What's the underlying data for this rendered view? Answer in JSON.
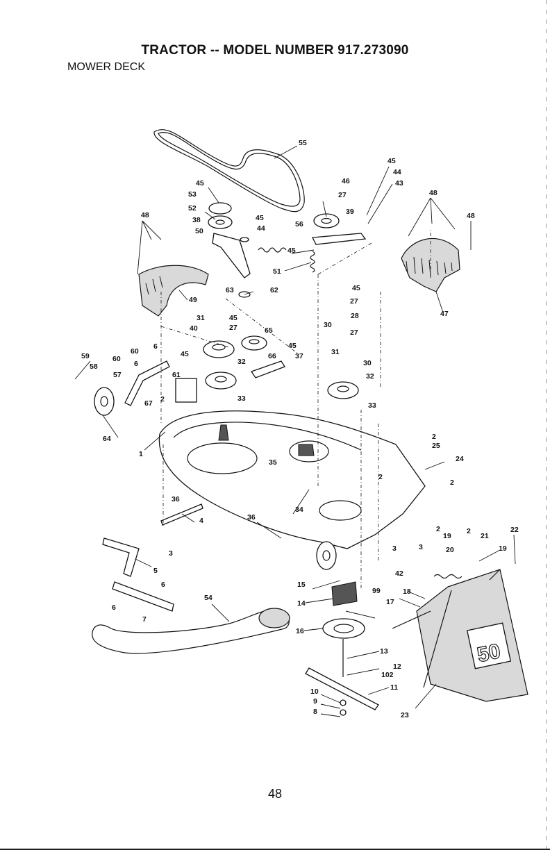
{
  "header": {
    "title": "TRACTOR -- MODEL NUMBER 917.273090",
    "section": "MOWER DECK"
  },
  "footer": {
    "page_number": "48"
  },
  "diagram": {
    "deck_badge": "50",
    "callouts": [
      {
        "id": "c55",
        "label": "55"
      },
      {
        "id": "c45a",
        "label": "45"
      },
      {
        "id": "c44a",
        "label": "44"
      },
      {
        "id": "c43",
        "label": "43"
      },
      {
        "id": "c46",
        "label": "46"
      },
      {
        "id": "c27a",
        "label": "27"
      },
      {
        "id": "c39",
        "label": "39"
      },
      {
        "id": "c45b",
        "label": "45"
      },
      {
        "id": "c53",
        "label": "53"
      },
      {
        "id": "c52",
        "label": "52"
      },
      {
        "id": "c38",
        "label": "38"
      },
      {
        "id": "c50",
        "label": "50"
      },
      {
        "id": "c45c",
        "label": "45"
      },
      {
        "id": "c44b",
        "label": "44"
      },
      {
        "id": "c56",
        "label": "56"
      },
      {
        "id": "c45d",
        "label": "45"
      },
      {
        "id": "c51",
        "label": "51"
      },
      {
        "id": "c48a",
        "label": "48"
      },
      {
        "id": "c48b",
        "label": "48"
      },
      {
        "id": "c48c",
        "label": "48"
      },
      {
        "id": "c63",
        "label": "63"
      },
      {
        "id": "c62",
        "label": "62"
      },
      {
        "id": "c49",
        "label": "49"
      },
      {
        "id": "c45e",
        "label": "45"
      },
      {
        "id": "c27b",
        "label": "27"
      },
      {
        "id": "c28",
        "label": "28"
      },
      {
        "id": "c27c",
        "label": "27"
      },
      {
        "id": "c47",
        "label": "47"
      },
      {
        "id": "c31a",
        "label": "31"
      },
      {
        "id": "c45f",
        "label": "45"
      },
      {
        "id": "c40",
        "label": "40"
      },
      {
        "id": "c27d",
        "label": "27"
      },
      {
        "id": "c65",
        "label": "65"
      },
      {
        "id": "c30a",
        "label": "30"
      },
      {
        "id": "c45g",
        "label": "45"
      },
      {
        "id": "c66",
        "label": "66"
      },
      {
        "id": "c37",
        "label": "37"
      },
      {
        "id": "c31b",
        "label": "31"
      },
      {
        "id": "c30b",
        "label": "30"
      },
      {
        "id": "c32a",
        "label": "32"
      },
      {
        "id": "c32b",
        "label": "32"
      },
      {
        "id": "c33a",
        "label": "33"
      },
      {
        "id": "c33b",
        "label": "33"
      },
      {
        "id": "c59",
        "label": "59"
      },
      {
        "id": "c60a",
        "label": "60"
      },
      {
        "id": "c60b",
        "label": "60"
      },
      {
        "id": "c6a",
        "label": "6"
      },
      {
        "id": "c6b",
        "label": "6"
      },
      {
        "id": "c58",
        "label": "58"
      },
      {
        "id": "c57",
        "label": "57"
      },
      {
        "id": "c45h",
        "label": "45"
      },
      {
        "id": "c61",
        "label": "61"
      },
      {
        "id": "c67",
        "label": "67"
      },
      {
        "id": "c2a",
        "label": "2"
      },
      {
        "id": "c64",
        "label": "64"
      },
      {
        "id": "c1",
        "label": "1"
      },
      {
        "id": "c2b",
        "label": "2"
      },
      {
        "id": "c25",
        "label": "25"
      },
      {
        "id": "c24",
        "label": "24"
      },
      {
        "id": "c2c",
        "label": "2"
      },
      {
        "id": "c35",
        "label": "35"
      },
      {
        "id": "c2d",
        "label": "2"
      },
      {
        "id": "c36a",
        "label": "36"
      },
      {
        "id": "c4",
        "label": "4"
      },
      {
        "id": "c36b",
        "label": "36"
      },
      {
        "id": "c34",
        "label": "34"
      },
      {
        "id": "c3a",
        "label": "3"
      },
      {
        "id": "c3b",
        "label": "3"
      },
      {
        "id": "c3c",
        "label": "3"
      },
      {
        "id": "c42",
        "label": "42"
      },
      {
        "id": "c2e",
        "label": "2"
      },
      {
        "id": "c19a",
        "label": "19"
      },
      {
        "id": "c2f",
        "label": "2"
      },
      {
        "id": "c21",
        "label": "21"
      },
      {
        "id": "c22",
        "label": "22"
      },
      {
        "id": "c20",
        "label": "20"
      },
      {
        "id": "c19b",
        "label": "19"
      },
      {
        "id": "c5",
        "label": "5"
      },
      {
        "id": "c6c",
        "label": "6"
      },
      {
        "id": "c6d",
        "label": "6"
      },
      {
        "id": "c7",
        "label": "7"
      },
      {
        "id": "c54",
        "label": "54"
      },
      {
        "id": "c15",
        "label": "15"
      },
      {
        "id": "c99",
        "label": "99"
      },
      {
        "id": "c18",
        "label": "18"
      },
      {
        "id": "c14",
        "label": "14"
      },
      {
        "id": "c17",
        "label": "17"
      },
      {
        "id": "c16",
        "label": "16"
      },
      {
        "id": "c13",
        "label": "13"
      },
      {
        "id": "c12",
        "label": "12"
      },
      {
        "id": "c102",
        "label": "102"
      },
      {
        "id": "c11",
        "label": "11"
      },
      {
        "id": "c10",
        "label": "10"
      },
      {
        "id": "c9",
        "label": "9"
      },
      {
        "id": "c8",
        "label": "8"
      },
      {
        "id": "c23",
        "label": "23"
      }
    ]
  }
}
